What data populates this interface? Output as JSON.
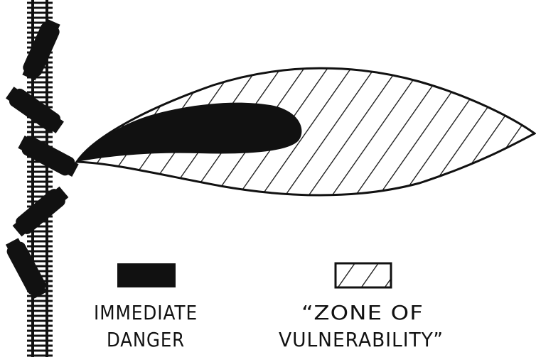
{
  "colors": {
    "ink": "#111111",
    "paper": "#ffffff"
  },
  "legend": {
    "immediate_danger": {
      "line1": "IMMEDIATE",
      "line2": "DANGER",
      "swatch": "solid-black"
    },
    "zone_of_vulnerability": {
      "line1": "“ZONE OF",
      "line2": "VULNERABILITY”",
      "swatch": "diagonal-hatch"
    }
  },
  "icons": {
    "railroad": "railroad-track-icon",
    "tank_car": "tank-car-icon"
  }
}
